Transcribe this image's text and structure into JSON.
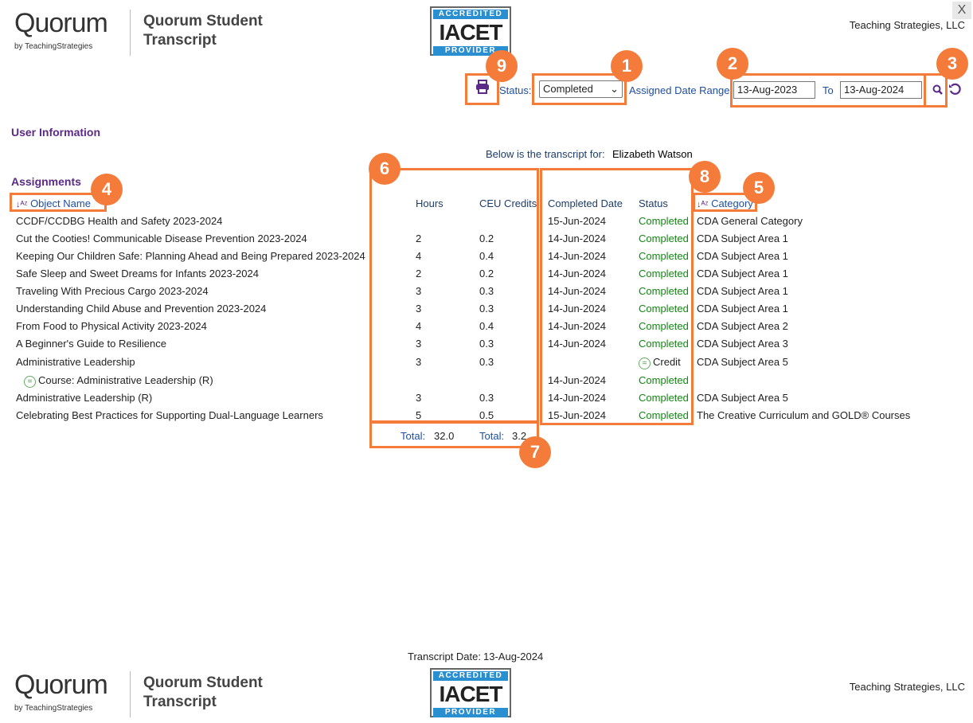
{
  "header": {
    "logo": "Quorum",
    "logo_by": "by TeachingStrategies",
    "title_line1": "Quorum Student",
    "title_line2": "Transcript",
    "badge_top": "ACCREDITED",
    "badge_mid": "IACET",
    "badge_bottom": "PROVIDER",
    "company": "Teaching Strategies, LLC",
    "close": "X"
  },
  "toolbar": {
    "print_icon": "printer-icon",
    "status_label": "Status:",
    "status_value": "Completed",
    "date_range_label": "Assigned Date Range:",
    "date_from": "13-Aug-2023",
    "to_label": "To",
    "date_to": "13-Aug-2024",
    "search_icon": "search-icon",
    "reset_icon": "reset-icon"
  },
  "user_info": {
    "heading": "User Information",
    "transcript_for_label": "Below is the transcript for:",
    "user_name": "Elizabeth Watson"
  },
  "assignments": {
    "heading": "Assignments",
    "columns": {
      "name": "Object Name",
      "hours": "Hours",
      "ceu": "CEU Credits",
      "completed_date": "Completed Date",
      "status": "Status",
      "category": "Category"
    },
    "rows": [
      {
        "name": "CCDF/CCDBG Health and Safety 2023-2024",
        "hours": "",
        "ceu": "",
        "date": "15-Jun-2024",
        "status": "Completed",
        "category": "CDA General Category"
      },
      {
        "name": "Cut the Cooties! Communicable Disease Prevention 2023-2024",
        "hours": "2",
        "ceu": "0.2",
        "date": "14-Jun-2024",
        "status": "Completed",
        "category": "CDA Subject Area 1"
      },
      {
        "name": "Keeping Our Children Safe: Planning Ahead and Being Prepared 2023-2024",
        "hours": "4",
        "ceu": "0.4",
        "date": "14-Jun-2024",
        "status": "Completed",
        "category": "CDA Subject Area 1"
      },
      {
        "name": "Safe Sleep and Sweet Dreams for Infants 2023-2024",
        "hours": "2",
        "ceu": "0.2",
        "date": "14-Jun-2024",
        "status": "Completed",
        "category": "CDA Subject Area 1"
      },
      {
        "name": "Traveling With Precious Cargo 2023-2024",
        "hours": "3",
        "ceu": "0.3",
        "date": "14-Jun-2024",
        "status": "Completed",
        "category": "CDA Subject Area 1"
      },
      {
        "name": "Understanding Child Abuse and Prevention 2023-2024",
        "hours": "3",
        "ceu": "0.3",
        "date": "14-Jun-2024",
        "status": "Completed",
        "category": "CDA Subject Area 1"
      },
      {
        "name": "From Food to Physical Activity 2023-2024",
        "hours": "4",
        "ceu": "0.4",
        "date": "14-Jun-2024",
        "status": "Completed",
        "category": "CDA Subject Area 2"
      },
      {
        "name": "A Beginner's Guide to Resilience",
        "hours": "3",
        "ceu": "0.3",
        "date": "14-Jun-2024",
        "status": "Completed",
        "category": "CDA Subject Area 3"
      },
      {
        "name": "Administrative Leadership",
        "hours": "3",
        "ceu": "0.3",
        "date": "",
        "status": "Credit",
        "category": "CDA Subject Area 5",
        "credit": true
      },
      {
        "name": "Course: Administrative Leadership (R)",
        "hours": "",
        "ceu": "",
        "date": "14-Jun-2024",
        "status": "Completed",
        "category": "",
        "child": true
      },
      {
        "name": "Administrative Leadership (R)",
        "hours": "3",
        "ceu": "0.3",
        "date": "14-Jun-2024",
        "status": "Completed",
        "category": "CDA Subject Area 5"
      },
      {
        "name": "Celebrating Best Practices for Supporting Dual-Language Learners",
        "hours": "5",
        "ceu": "0.5",
        "date": "15-Jun-2024",
        "status": "Completed",
        "category": "The Creative Curriculum and GOLD® Courses"
      }
    ],
    "totals": {
      "hours_label": "Total:",
      "hours": "32.0",
      "ceu_label": "Total:",
      "ceu": "3.2"
    }
  },
  "footer": {
    "transcript_date_label": "Transcript Date:",
    "transcript_date": "13-Aug-2024"
  },
  "annotations": [
    "1",
    "2",
    "3",
    "4",
    "5",
    "6",
    "7",
    "8",
    "9"
  ],
  "colors": {
    "accent": "#f47b3a",
    "heading": "#5b2a86",
    "link": "#1f4fa0",
    "completed": "#118811"
  }
}
